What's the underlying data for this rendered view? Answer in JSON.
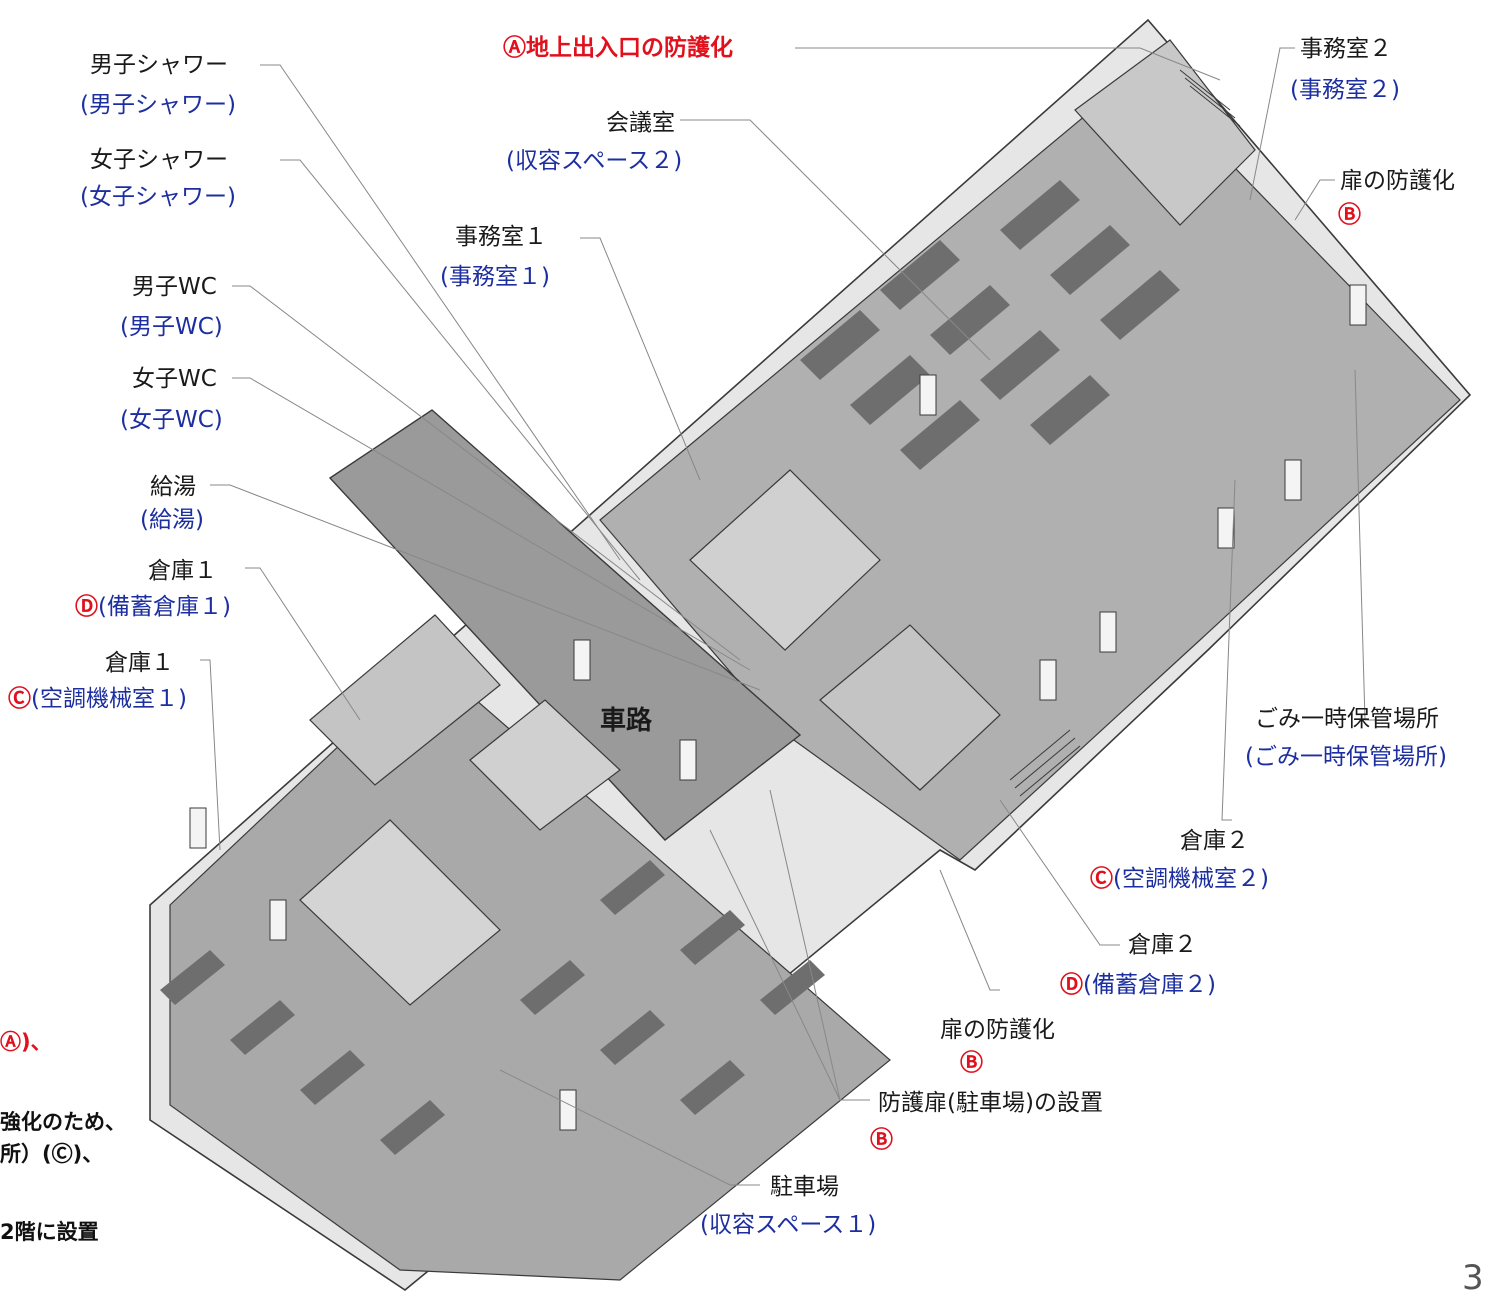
{
  "labels": {
    "top_entrance": "Ⓐ地上出入口の防護化",
    "male_shower": "男子シャワー",
    "male_shower_sub": "(男子シャワー)",
    "female_shower": "女子シャワー",
    "female_shower_sub": "(女子シャワー)",
    "meeting_room": "会議室",
    "meeting_room_sub": "(収容スペース２)",
    "office1": "事務室１",
    "office1_sub": "(事務室１)",
    "male_wc": "男子WC",
    "male_wc_sub": "(男子WC)",
    "female_wc": "女子WC",
    "female_wc_sub": "(女子WC)",
    "kyuto": "給湯",
    "kyuto_sub": "(給湯)",
    "storage1_d": "倉庫１",
    "storage1_d_circle": "Ⓓ",
    "storage1_d_sub": "(備蓄倉庫１)",
    "storage1_c": "倉庫１",
    "storage1_c_circle": "Ⓒ",
    "storage1_c_sub": "(空調機械室１)",
    "roadway": "車路",
    "office2": "事務室２",
    "office2_sub": "(事務室２)",
    "door_protect_top": "扉の防護化",
    "door_protect_top_circle": "Ⓑ",
    "garbage": "ごみ一時保管場所",
    "garbage_sub": "(ごみ一時保管場所)",
    "storage2_c": "倉庫２",
    "storage2_c_circle": "Ⓒ",
    "storage2_c_sub": "(空調機械室２)",
    "storage2_d": "倉庫２",
    "storage2_d_circle": "Ⓓ",
    "storage2_d_sub": "(備蓄倉庫２)",
    "door_protect_bottom": "扉の防護化",
    "door_protect_bottom_circle": "Ⓑ",
    "protect_door_parking": "防護扉(駐車場)の設置",
    "protect_door_parking_circle": "Ⓑ",
    "parking": "駐車場",
    "parking_sub": "(収容スペース１)"
  },
  "notes": {
    "line1": "Ⓐ)、",
    "line2": "強化のため、",
    "line3": "所）(Ⓒ)、",
    "line4": "2階に設置"
  },
  "page_number": "3",
  "colors": {
    "floor": "#a9a9a9",
    "wall_top": "#ffffff",
    "wall_side": "#dcdcdc",
    "outline": "#3a3a3a",
    "leader": "#888888",
    "seat": "#6e6e6e",
    "blue_text": "#1d2fa0",
    "red_mark": "#e0101c"
  }
}
